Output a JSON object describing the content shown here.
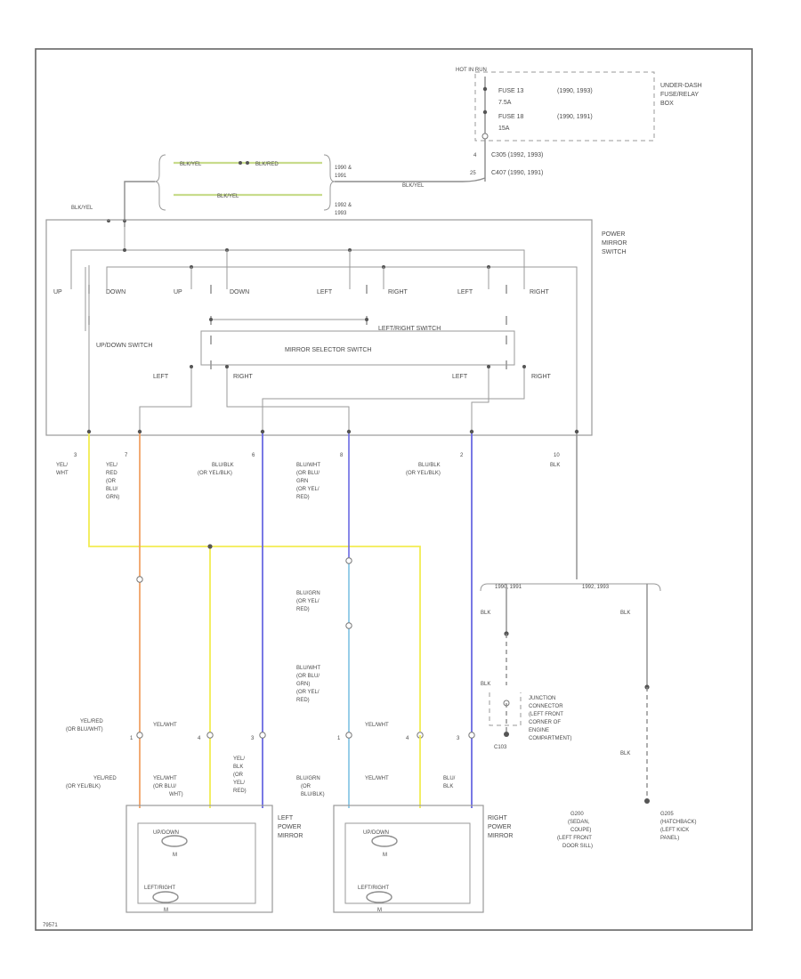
{
  "colors": {
    "yellow": "#f2ec52",
    "orange": "#f0a266",
    "blue": "#6a6ae2",
    "lightblue": "#8cc8e6",
    "ltgreen": "#c8dc8c",
    "black": "#8c8c8c"
  },
  "fuse": {
    "hot": "HOT IN RUN",
    "fuse13": "FUSE 13",
    "fuse13_years": "(1990, 1993)",
    "fuse13_amp": "7.5A",
    "fuse18": "FUSE 18",
    "fuse18_years": "(1990, 1991)",
    "fuse18_amp": "15A",
    "box_line1": "UNDER-DASH",
    "box_line2": "FUSE/RELAY",
    "box_line3": "BOX",
    "conn1": "C305 (1992, 1993)",
    "conn2": "C407 (1990, 1991)",
    "pin_top": "4",
    "pin_bot": "25"
  },
  "splice": {
    "top_wire": "BLK/YEL",
    "top_via": "BLK/RED",
    "bottom_wire": "BLK/YEL",
    "yr1": "1990 &",
    "yr1b": "1991",
    "yr2": "1992 &",
    "yr2b": "1993",
    "run_label": "BLK/YEL",
    "stub_label": "BLK/YEL"
  },
  "switch": {
    "name1": "POWER",
    "name2": "MIRROR",
    "name3": "SWITCH",
    "up": "UP",
    "down": "DOWN",
    "left": "LEFT",
    "right": "RIGHT",
    "updown": "UP/DOWN SWITCH",
    "leftright": "LEFT/RIGHT SWITCH",
    "selector": "MIRROR SELECTOR SWITCH"
  },
  "pins": [
    {
      "num": "3",
      "color": [
        "YEL/",
        "WHT"
      ]
    },
    {
      "num": "7",
      "color": [
        "YEL/",
        "RED",
        "(OR",
        "BLU/",
        "GRN)"
      ]
    },
    {
      "num": "6",
      "color": [
        "BLU/BLK",
        "(OR YEL/BLK)"
      ]
    },
    {
      "num": "8",
      "color": [
        "BLU/WHT",
        "(OR BLU/",
        "GRN",
        "(OR YEL/",
        "RED)"
      ]
    },
    {
      "num": "2",
      "color": [
        "BLU/BLK",
        "(OR YEL/BLK)"
      ]
    },
    {
      "num": "10",
      "color": [
        "BLK"
      ]
    }
  ],
  "middle": {
    "blugrn": [
      "BLU/GRN",
      "(OR YEL/",
      "RED)"
    ],
    "bluwht": [
      "BLU/WHT",
      "(OR BLU/",
      "GRN)",
      "(OR YEL/",
      "RED)"
    ]
  },
  "mirror_conn": {
    "l1_color": [
      "YEL/RED",
      "(OR BLU/WHT)"
    ],
    "l_yelwht": "YEL/WHT",
    "r_yelwht": "YEL/WHT",
    "pins": [
      "1",
      "4",
      "3",
      "1",
      "4",
      "3"
    ],
    "l_below1": [
      "YEL/RED",
      "(OR YEL/BLK)"
    ],
    "l_below2": [
      "YEL/WHT",
      "(OR BLU/",
      "WHT)"
    ],
    "l_below3": [
      "YEL/",
      "BLK",
      "(OR",
      "YEL/",
      "RED)"
    ],
    "r_below1": [
      "BLU/GRN",
      "(OR",
      "BLU/BLK)"
    ],
    "r_below2": [
      "YEL/WHT"
    ],
    "r_below3": [
      "BLU/",
      "BLK"
    ]
  },
  "mirrors": {
    "left": [
      "LEFT",
      "POWER",
      "MIRROR"
    ],
    "right": [
      "RIGHT",
      "POWER",
      "MIRROR"
    ],
    "updown": "UP/DOWN",
    "leftright": "LEFT/RIGHT",
    "motor": "M"
  },
  "ground": {
    "yr1": "1990, 1991",
    "yr2": "1992, 1993",
    "blk": "BLK",
    "junction": [
      "JUNCTION",
      "CONNECTOR",
      "(LEFT FRONT",
      "CORNER OF",
      "ENGINE",
      "COMPARTMENT)"
    ],
    "c103": "C103",
    "g200": [
      "G200",
      "(SEDAN,",
      "COUPE)",
      "(LEFT FRONT",
      "DOOR SILL)"
    ],
    "g205": [
      "G205",
      "(HATCHBACK)",
      "(LEFT KICK",
      "PANEL)"
    ]
  },
  "footer": "79571"
}
